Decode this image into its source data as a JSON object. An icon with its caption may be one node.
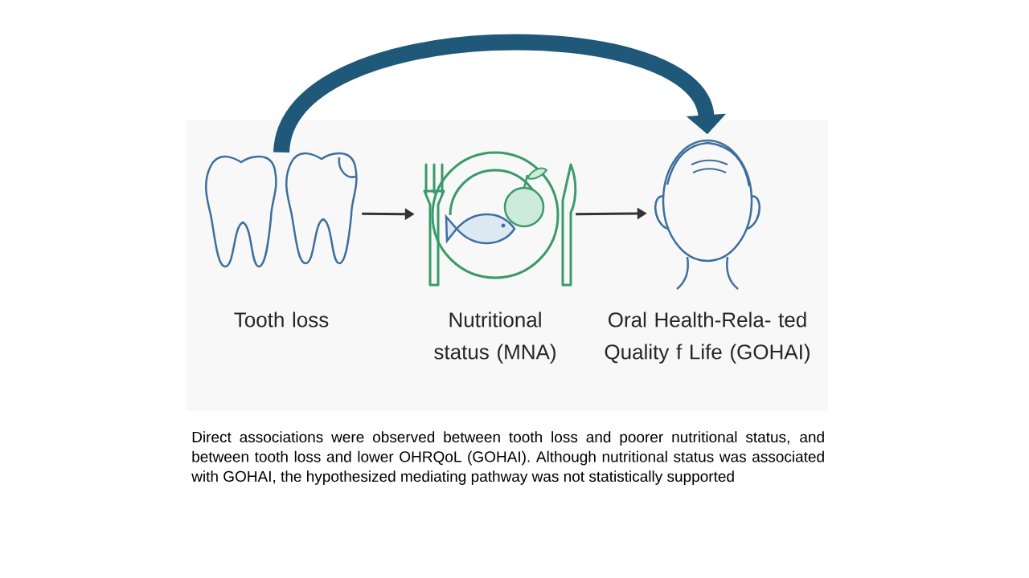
{
  "diagram": {
    "caption": "Direct associations were observed between tooth loss and poorer nutritional status, and between tooth loss and lower OHRQoL (GOHAI). Although nutritional status was associated with GOHAI, the hypothesized mediating pathway was not statistically supported",
    "nodes": [
      {
        "text": [],
        "shape": "picture",
        "beside": [
          "Tooth loss"
        ]
      },
      {
        "text": [],
        "shape": "picture",
        "beside": [
          "Nutritional status (MNA)"
        ]
      },
      {
        "text": [],
        "shape": "picture",
        "beside": [
          "Oral Health-Rela- ted Quality f Life (GOHAI)"
        ]
      }
    ],
    "edges": [
      {
        "from": 0,
        "to": 1,
        "arrow": "to"
      },
      {
        "from": 1,
        "to": 2,
        "arrow": "to"
      },
      {
        "from": 0,
        "to": 2,
        "arrow": "to",
        "style": "thick",
        "color": "#1f5878"
      }
    ]
  }
}
